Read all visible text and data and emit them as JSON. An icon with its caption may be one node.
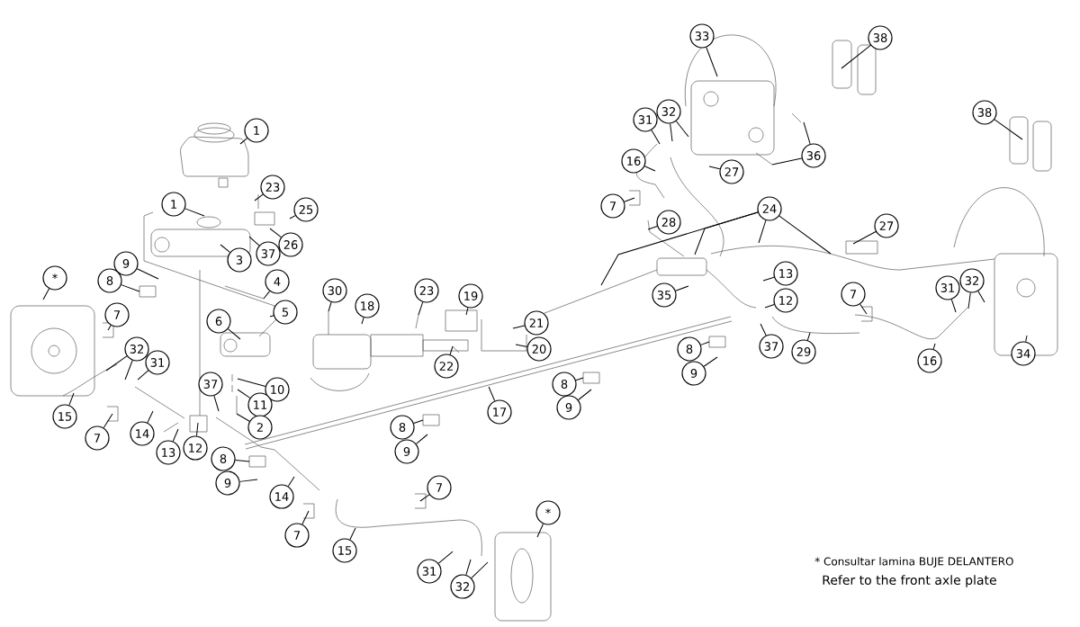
{
  "diagram": {
    "nodes": [
      {
        "text": [
          "1"
        ]
      },
      {
        "text": [
          "38"
        ]
      },
      {
        "text": [
          "33"
        ]
      },
      {
        "text": [
          "38"
        ]
      },
      {
        "text": [
          "31"
        ]
      },
      {
        "text": [
          "32"
        ]
      },
      {
        "text": [
          "36"
        ]
      },
      {
        "text": [
          "16"
        ]
      },
      {
        "text": [
          "27"
        ]
      },
      {
        "text": [
          "23"
        ]
      },
      {
        "text": [
          "1"
        ]
      },
      {
        "text": [
          "25"
        ]
      },
      {
        "text": [
          "7"
        ]
      },
      {
        "text": [
          "24"
        ]
      },
      {
        "text": [
          "28"
        ]
      },
      {
        "text": [
          "27"
        ]
      },
      {
        "text": [
          "26"
        ]
      },
      {
        "text": [
          "37"
        ]
      },
      {
        "text": [
          "3"
        ]
      },
      {
        "text": [
          "9"
        ]
      },
      {
        "text": [
          "*"
        ]
      },
      {
        "text": [
          "8"
        ]
      },
      {
        "text": [
          "4"
        ]
      },
      {
        "text": [
          "13"
        ]
      },
      {
        "text": [
          "31"
        ]
      },
      {
        "text": [
          "32"
        ]
      },
      {
        "text": [
          "30"
        ]
      },
      {
        "text": [
          "23"
        ]
      },
      {
        "text": [
          "19"
        ]
      },
      {
        "text": [
          "35"
        ]
      },
      {
        "text": [
          "7"
        ]
      },
      {
        "text": [
          "12"
        ]
      },
      {
        "text": [
          "18"
        ]
      },
      {
        "text": [
          "5"
        ]
      },
      {
        "text": [
          "7"
        ]
      },
      {
        "text": [
          "6"
        ]
      },
      {
        "text": [
          "21"
        ]
      },
      {
        "text": [
          "37"
        ]
      },
      {
        "text": [
          "32"
        ]
      },
      {
        "text": [
          "8"
        ]
      },
      {
        "text": [
          "20"
        ]
      },
      {
        "text": [
          "29"
        ]
      },
      {
        "text": [
          "34"
        ]
      },
      {
        "text": [
          "16"
        ]
      },
      {
        "text": [
          "31"
        ]
      },
      {
        "text": [
          "22"
        ]
      },
      {
        "text": [
          "9"
        ]
      },
      {
        "text": [
          "8"
        ]
      },
      {
        "text": [
          "37"
        ]
      },
      {
        "text": [
          "10"
        ]
      },
      {
        "text": [
          "11"
        ]
      },
      {
        "text": [
          "9"
        ]
      },
      {
        "text": [
          "17"
        ]
      },
      {
        "text": [
          "15"
        ]
      },
      {
        "text": [
          "8"
        ]
      },
      {
        "text": [
          "2"
        ]
      },
      {
        "text": [
          "14"
        ]
      },
      {
        "text": [
          "7"
        ]
      },
      {
        "text": [
          "12"
        ]
      },
      {
        "text": [
          "9"
        ]
      },
      {
        "text": [
          "13"
        ]
      },
      {
        "text": [
          "8"
        ]
      },
      {
        "text": [
          "9"
        ]
      },
      {
        "text": [
          "7"
        ]
      },
      {
        "text": [
          "14"
        ]
      },
      {
        "text": [
          "*"
        ]
      },
      {
        "text": [
          "7"
        ]
      },
      {
        "text": [
          "15"
        ]
      },
      {
        "text": [
          "31"
        ]
      },
      {
        "text": [
          "32"
        ]
      }
    ],
    "edges": [
      {
        "from": 0,
        "to": null,
        "arrow": "none"
      },
      {
        "from": 1,
        "to": null,
        "arrow": "none"
      },
      {
        "from": 2,
        "to": null,
        "arrow": "none"
      },
      {
        "from": 3,
        "to": null,
        "arrow": "none"
      },
      {
        "from": 4,
        "to": null,
        "arrow": "none"
      },
      {
        "from": 5,
        "to": null,
        "arrow": "none"
      },
      {
        "from": 5,
        "to": null,
        "arrow": "none"
      },
      {
        "from": 6,
        "to": null,
        "arrow": "none"
      },
      {
        "from": 6,
        "to": null,
        "arrow": "none"
      },
      {
        "from": 7,
        "to": null,
        "arrow": "none"
      },
      {
        "from": 8,
        "to": null,
        "arrow": "none"
      },
      {
        "from": 9,
        "to": null,
        "arrow": "none"
      },
      {
        "from": 10,
        "to": null,
        "arrow": "none"
      },
      {
        "from": 11,
        "to": null,
        "arrow": "none"
      },
      {
        "from": 12,
        "to": null,
        "arrow": "none"
      },
      {
        "from": 13,
        "to": null,
        "arrow": "none"
      },
      {
        "from": 13,
        "to": null,
        "arrow": "none"
      },
      {
        "from": 13,
        "to": null,
        "arrow": "none"
      },
      {
        "from": 13,
        "to": null,
        "arrow": "none"
      },
      {
        "from": 14,
        "to": null,
        "arrow": "none"
      },
      {
        "from": 15,
        "to": null,
        "arrow": "none"
      },
      {
        "from": 16,
        "to": null,
        "arrow": "none"
      },
      {
        "from": 17,
        "to": null,
        "arrow": "none"
      },
      {
        "from": 18,
        "to": null,
        "arrow": "none"
      },
      {
        "from": 19,
        "to": null,
        "arrow": "none"
      },
      {
        "from": 20,
        "to": null,
        "arrow": "none"
      },
      {
        "from": 21,
        "to": null,
        "arrow": "none"
      },
      {
        "from": 22,
        "to": null,
        "arrow": "none"
      },
      {
        "from": 23,
        "to": null,
        "arrow": "none"
      },
      {
        "from": 24,
        "to": null,
        "arrow": "none"
      },
      {
        "from": 25,
        "to": null,
        "arrow": "none"
      },
      {
        "from": 25,
        "to": null,
        "arrow": "none"
      },
      {
        "from": 26,
        "to": null,
        "arrow": "none"
      },
      {
        "from": 27,
        "to": null,
        "arrow": "none"
      },
      {
        "from": 28,
        "to": null,
        "arrow": "none"
      },
      {
        "from": 29,
        "to": null,
        "arrow": "none"
      },
      {
        "from": 30,
        "to": null,
        "arrow": "none"
      },
      {
        "from": 31,
        "to": null,
        "arrow": "none"
      },
      {
        "from": 32,
        "to": null,
        "arrow": "none"
      },
      {
        "from": 33,
        "to": null,
        "arrow": "none"
      },
      {
        "from": 34,
        "to": null,
        "arrow": "none"
      },
      {
        "from": 35,
        "to": null,
        "arrow": "none"
      },
      {
        "from": 36,
        "to": null,
        "arrow": "none"
      },
      {
        "from": 37,
        "to": null,
        "arrow": "none"
      },
      {
        "from": 38,
        "to": null,
        "arrow": "none"
      },
      {
        "from": 38,
        "to": null,
        "arrow": "none"
      },
      {
        "from": 39,
        "to": null,
        "arrow": "none"
      },
      {
        "from": 40,
        "to": null,
        "arrow": "none"
      },
      {
        "from": 41,
        "to": null,
        "arrow": "none"
      },
      {
        "from": 42,
        "to": null,
        "arrow": "none"
      },
      {
        "from": 43,
        "to": null,
        "arrow": "none"
      },
      {
        "from": 44,
        "to": null,
        "arrow": "none"
      },
      {
        "from": 45,
        "to": null,
        "arrow": "none"
      },
      {
        "from": 46,
        "to": null,
        "arrow": "none"
      },
      {
        "from": 47,
        "to": null,
        "arrow": "none"
      },
      {
        "from": 48,
        "to": null,
        "arrow": "none"
      },
      {
        "from": 49,
        "to": null,
        "arrow": "none"
      },
      {
        "from": 50,
        "to": null,
        "arrow": "none"
      },
      {
        "from": 51,
        "to": null,
        "arrow": "none"
      },
      {
        "from": 52,
        "to": null,
        "arrow": "none"
      },
      {
        "from": 53,
        "to": null,
        "arrow": "none"
      },
      {
        "from": 54,
        "to": null,
        "arrow": "none"
      },
      {
        "from": 55,
        "to": null,
        "arrow": "none"
      },
      {
        "from": 56,
        "to": null,
        "arrow": "none"
      },
      {
        "from": 57,
        "to": null,
        "arrow": "none"
      },
      {
        "from": 58,
        "to": null,
        "arrow": "none"
      },
      {
        "from": 59,
        "to": null,
        "arrow": "none"
      },
      {
        "from": 60,
        "to": null,
        "arrow": "none"
      },
      {
        "from": 61,
        "to": null,
        "arrow": "none"
      },
      {
        "from": 62,
        "to": null,
        "arrow": "none"
      },
      {
        "from": 63,
        "to": null,
        "arrow": "none"
      },
      {
        "from": 64,
        "to": null,
        "arrow": "none"
      },
      {
        "from": 65,
        "to": null,
        "arrow": "none"
      },
      {
        "from": 66,
        "to": null,
        "arrow": "none"
      },
      {
        "from": 67,
        "to": null,
        "arrow": "none"
      },
      {
        "from": 68,
        "to": null,
        "arrow": "none"
      },
      {
        "from": 69,
        "to": null,
        "arrow": "none"
      },
      {
        "from": 69,
        "to": null,
        "arrow": "none"
      }
    ],
    "labels": [
      "* Consultar lamina BUJE DELANTERO",
      "Refer to the front axle plate"
    ]
  }
}
